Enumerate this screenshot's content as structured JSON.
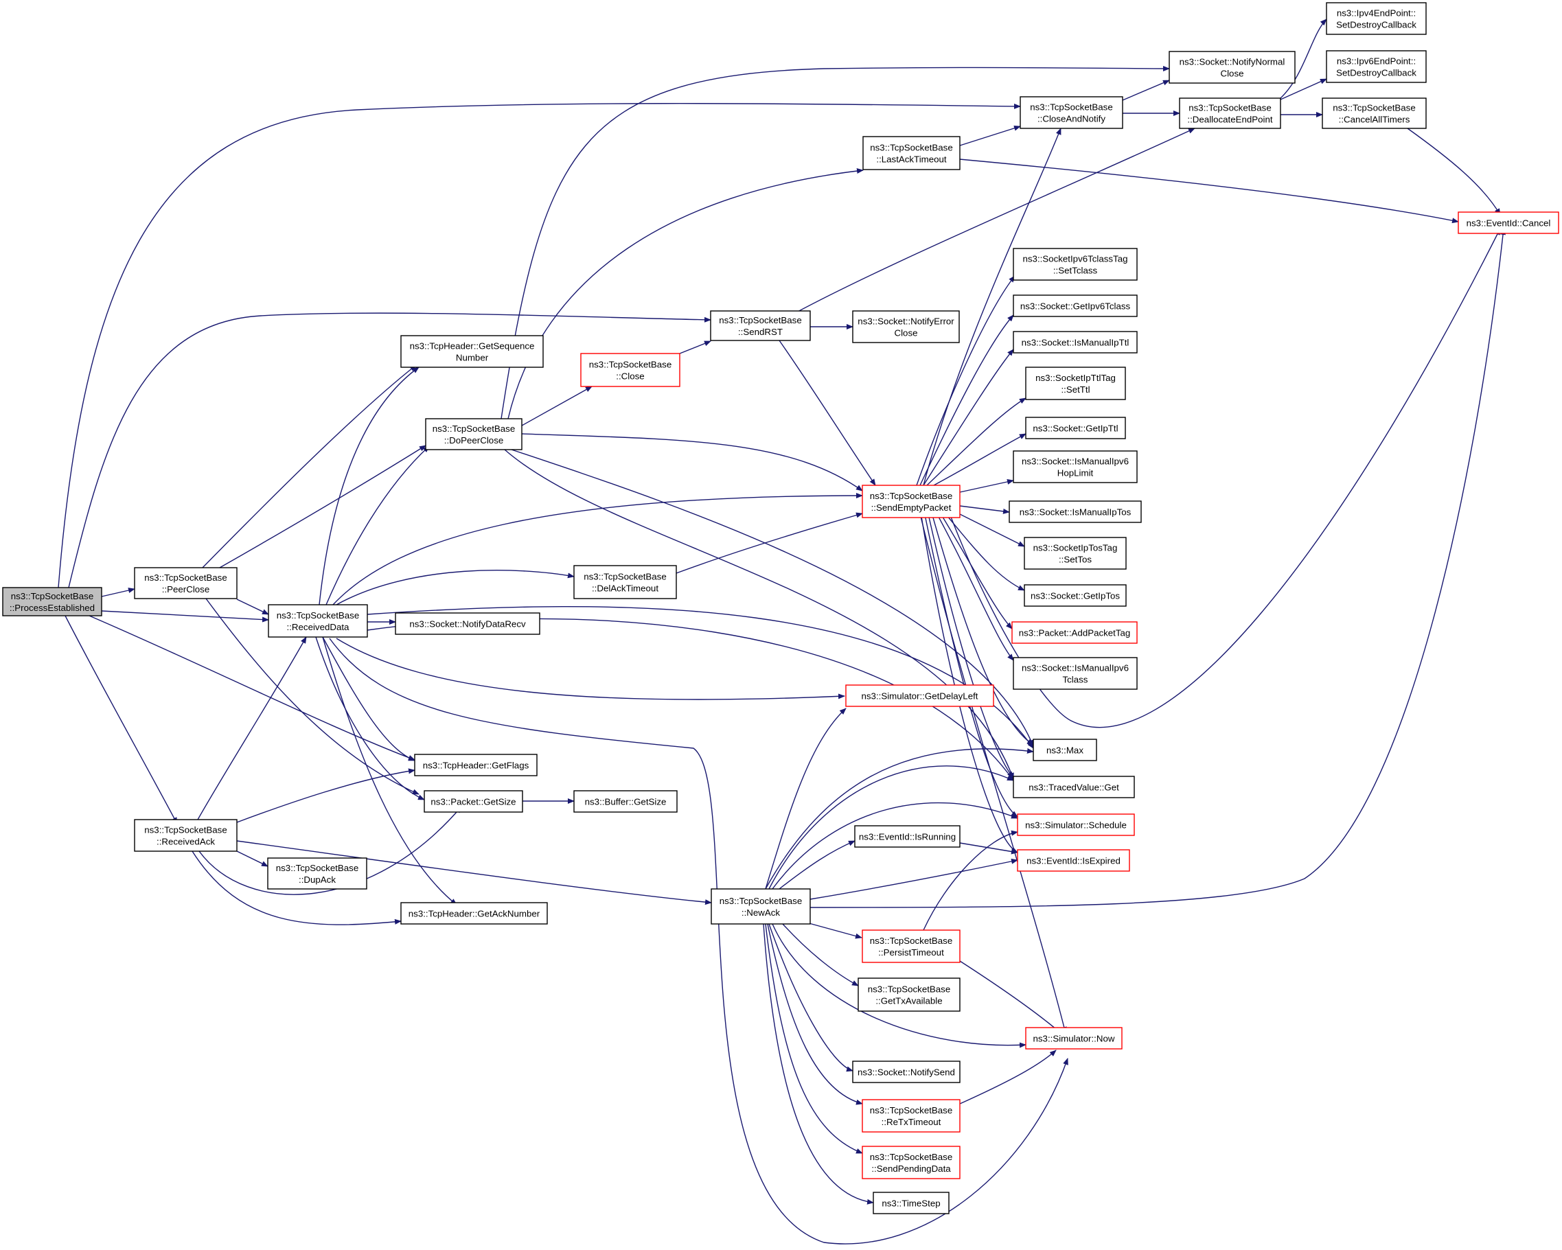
{
  "colors": {
    "edge": "#191970",
    "node_border_default": "#000000",
    "node_border_truncated": "#ff0000",
    "node_fill_root": "#bfbfbf",
    "node_fill_default": "#ffffff"
  },
  "nodes": {
    "process_established": {
      "lines": [
        "ns3::TcpSocketBase",
        "::ProcessEstablished"
      ],
      "style": "root"
    },
    "peer_close": {
      "lines": [
        "ns3::TcpSocketBase",
        "::PeerClose"
      ],
      "style": "normal"
    },
    "received_ack": {
      "lines": [
        "ns3::TcpSocketBase",
        "::ReceivedAck"
      ],
      "style": "normal"
    },
    "received_data": {
      "lines": [
        "ns3::TcpSocketBase",
        "::ReceivedData"
      ],
      "style": "normal"
    },
    "get_sequence_number": {
      "lines": [
        "ns3::TcpHeader::GetSequence",
        "Number"
      ],
      "style": "normal"
    },
    "do_peer_close": {
      "lines": [
        "ns3::TcpSocketBase",
        "::DoPeerClose"
      ],
      "style": "normal"
    },
    "get_flags": {
      "lines": [
        "ns3::TcpHeader::GetFlags"
      ],
      "style": "normal"
    },
    "packet_get_size": {
      "lines": [
        "ns3::Packet::GetSize"
      ],
      "style": "normal"
    },
    "dup_ack": {
      "lines": [
        "ns3::TcpSocketBase",
        "::DupAck"
      ],
      "style": "normal"
    },
    "get_ack_number": {
      "lines": [
        "ns3::TcpHeader::GetAckNumber"
      ],
      "style": "normal"
    },
    "notify_data_recv": {
      "lines": [
        "ns3::Socket::NotifyDataRecv"
      ],
      "style": "normal"
    },
    "buffer_get_size": {
      "lines": [
        "ns3::Buffer::GetSize"
      ],
      "style": "normal"
    },
    "close": {
      "lines": [
        "ns3::TcpSocketBase",
        "::Close"
      ],
      "style": "truncated"
    },
    "del_ack_timeout": {
      "lines": [
        "ns3::TcpSocketBase",
        "::DelAckTimeout"
      ],
      "style": "normal"
    },
    "send_rst": {
      "lines": [
        "ns3::TcpSocketBase",
        "::SendRST"
      ],
      "style": "normal"
    },
    "new_ack": {
      "lines": [
        "ns3::TcpSocketBase",
        "::NewAck"
      ],
      "style": "normal"
    },
    "notify_error_close": {
      "lines": [
        "ns3::Socket::NotifyError",
        "Close"
      ],
      "style": "normal"
    },
    "last_ack_timeout": {
      "lines": [
        "ns3::TcpSocketBase",
        "::LastAckTimeout"
      ],
      "style": "normal"
    },
    "send_empty_packet": {
      "lines": [
        "ns3::TcpSocketBase",
        "::SendEmptyPacket"
      ],
      "style": "truncated"
    },
    "get_delay_left": {
      "lines": [
        "ns3::Simulator::GetDelayLeft"
      ],
      "style": "truncated"
    },
    "is_running": {
      "lines": [
        "ns3::EventId::IsRunning"
      ],
      "style": "normal"
    },
    "persist_timeout": {
      "lines": [
        "ns3::TcpSocketBase",
        "::PersistTimeout"
      ],
      "style": "truncated"
    },
    "get_tx_available": {
      "lines": [
        "ns3::TcpSocketBase",
        "::GetTxAvailable"
      ],
      "style": "normal"
    },
    "notify_send": {
      "lines": [
        "ns3::Socket::NotifySend"
      ],
      "style": "normal"
    },
    "retx_timeout": {
      "lines": [
        "ns3::TcpSocketBase",
        "::ReTxTimeout"
      ],
      "style": "truncated"
    },
    "send_pending_data": {
      "lines": [
        "ns3::TcpSocketBase",
        "::SendPendingData"
      ],
      "style": "truncated"
    },
    "time_step": {
      "lines": [
        "ns3::TimeStep"
      ],
      "style": "normal"
    },
    "close_and_notify": {
      "lines": [
        "ns3::TcpSocketBase",
        "::CloseAndNotify"
      ],
      "style": "normal"
    },
    "notify_normal_close": {
      "lines": [
        "ns3::Socket::NotifyNormal",
        "Close"
      ],
      "style": "normal"
    },
    "ipv6_tclass_set": {
      "lines": [
        "ns3::SocketIpv6TclassTag",
        "::SetTclass"
      ],
      "style": "normal"
    },
    "get_ipv6_tclass": {
      "lines": [
        "ns3::Socket::GetIpv6Tclass"
      ],
      "style": "normal"
    },
    "is_manual_ip_ttl": {
      "lines": [
        "ns3::Socket::IsManualIpTtl"
      ],
      "style": "normal"
    },
    "ip_ttl_set": {
      "lines": [
        "ns3::SocketIpTtlTag",
        "::SetTtl"
      ],
      "style": "normal"
    },
    "get_ip_ttl": {
      "lines": [
        "ns3::Socket::GetIpTtl"
      ],
      "style": "normal"
    },
    "is_manual_ipv6_hop": {
      "lines": [
        "ns3::Socket::IsManualIpv6",
        "HopLimit"
      ],
      "style": "normal"
    },
    "is_manual_ip_tos": {
      "lines": [
        "ns3::Socket::IsManualIpTos"
      ],
      "style": "normal"
    },
    "ip_tos_set": {
      "lines": [
        "ns3::SocketIpTosTag",
        "::SetTos"
      ],
      "style": "normal"
    },
    "get_ip_tos": {
      "lines": [
        "ns3::Socket::GetIpTos"
      ],
      "style": "normal"
    },
    "add_packet_tag": {
      "lines": [
        "ns3::Packet::AddPacketTag"
      ],
      "style": "truncated"
    },
    "is_manual_ipv6_tclass": {
      "lines": [
        "ns3::Socket::IsManualIpv6",
        "Tclass"
      ],
      "style": "normal"
    },
    "max": {
      "lines": [
        "ns3::Max"
      ],
      "style": "normal"
    },
    "traced_get": {
      "lines": [
        "ns3::TracedValue::Get"
      ],
      "style": "normal"
    },
    "schedule": {
      "lines": [
        "ns3::Simulator::Schedule"
      ],
      "style": "truncated"
    },
    "is_expired": {
      "lines": [
        "ns3::EventId::IsExpired"
      ],
      "style": "truncated"
    },
    "now": {
      "lines": [
        "ns3::Simulator::Now"
      ],
      "style": "truncated"
    },
    "dealloc_endpoint": {
      "lines": [
        "ns3::TcpSocketBase",
        "::DeallocateEndPoint"
      ],
      "style": "normal"
    },
    "ipv4_destroy": {
      "lines": [
        "ns3::Ipv4EndPoint::",
        "SetDestroyCallback"
      ],
      "style": "normal"
    },
    "ipv6_destroy": {
      "lines": [
        "ns3::Ipv6EndPoint::",
        "SetDestroyCallback"
      ],
      "style": "normal"
    },
    "cancel_all_timers": {
      "lines": [
        "ns3::TcpSocketBase",
        "::CancelAllTimers"
      ],
      "style": "normal"
    },
    "event_cancel": {
      "lines": [
        "ns3::EventId::Cancel"
      ],
      "style": "truncated"
    }
  }
}
